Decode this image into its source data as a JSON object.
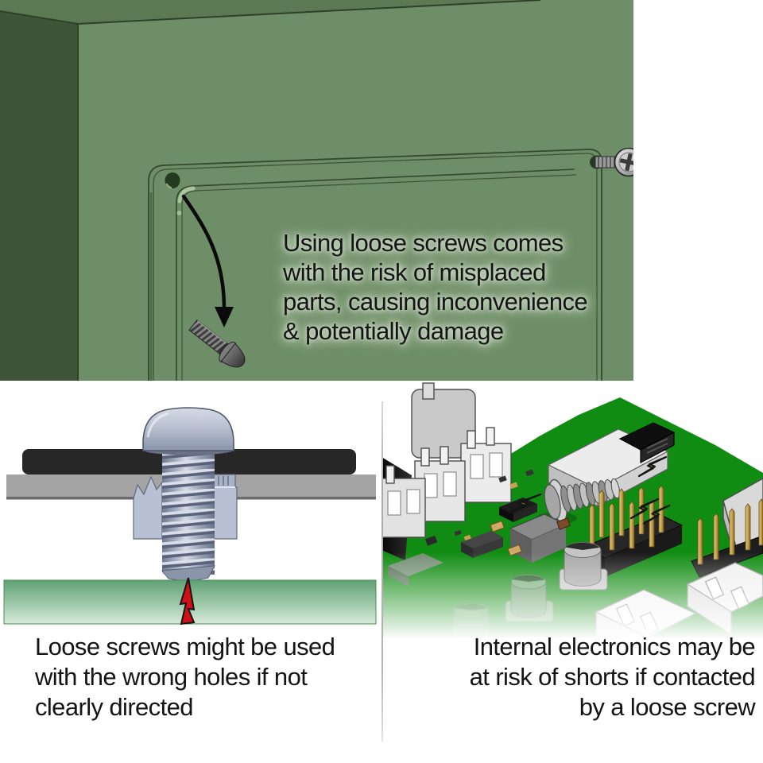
{
  "figure": {
    "top_panel": {
      "name": "enclosure with loose screw",
      "caption_lines": {
        "0": "Using loose screws comes",
        "1": "with the risk of misplaced",
        "2": "parts, causing inconvenience",
        "3": "& potentially damage"
      }
    },
    "bottom_left_panel": {
      "name": "screw in wrong hole cross-section",
      "caption_lines": {
        "0": "Loose screws might be used",
        "1": "with the wrong holes if not",
        "2": "clearly directed"
      }
    },
    "bottom_right_panel": {
      "name": "pcb short-circuit hazard",
      "caption_lines": {
        "0": "Internal electronics may be",
        "1": "at risk of shorts if contacted",
        "2": "by a loose screw"
      }
    },
    "colors": {
      "enclosure_front": "#6d8e66",
      "enclosure_left": "#3e5538",
      "enclosure_top": "#5b7a54",
      "pcb_green": "#118c12",
      "hazard_yellow": "#ffec00",
      "crack_red": "#cf1016",
      "steel_blue": "#b7c1d3",
      "text": "#141414"
    }
  }
}
